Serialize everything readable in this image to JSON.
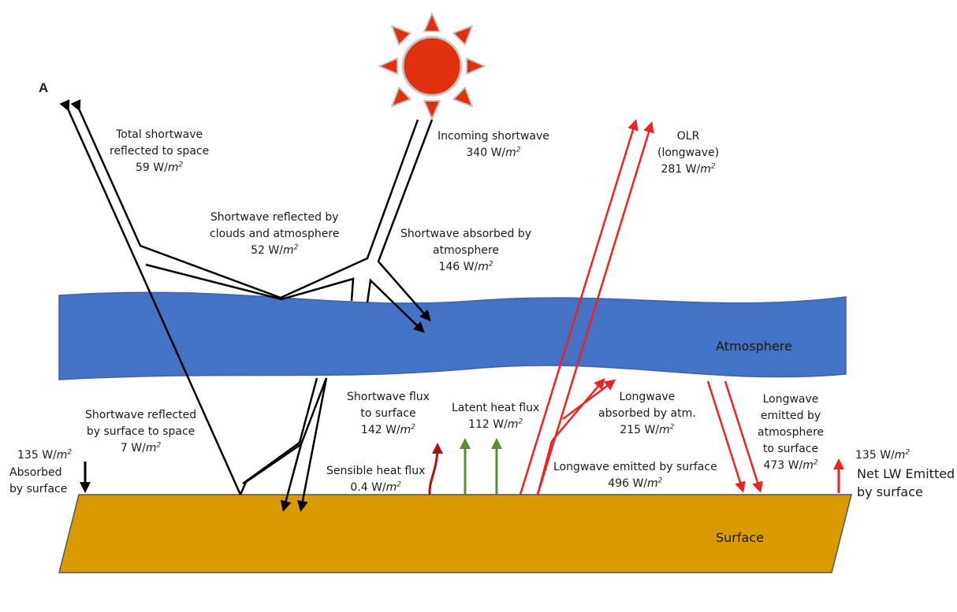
{
  "panel_label": "A",
  "regions": {
    "atmosphere": "Atmosphere",
    "surface": "Surface"
  },
  "unit": {
    "base": "W/",
    "symbol": "m",
    "exponent": "2"
  },
  "flows": {
    "incoming_shortwave": {
      "title": "Incoming shortwave",
      "value": "340"
    },
    "total_reflected": {
      "title_1": "Total shortwave",
      "title_2": "reflected to space",
      "value": "59"
    },
    "reflected_clouds": {
      "title_1": "Shortwave reflected by",
      "title_2": "clouds and atmosphere",
      "value": "52"
    },
    "absorbed_atm": {
      "title_1": "Shortwave absorbed by",
      "title_2": "atmosphere",
      "value": "146"
    },
    "olr": {
      "title_1": "OLR",
      "title_2": "(longwave)",
      "value": "281"
    },
    "reflected_surface": {
      "title_1": "Shortwave reflected",
      "title_2": "by surface to space",
      "value": "7"
    },
    "flux_surface": {
      "title_1": "Shortwave flux",
      "title_2": "to surface",
      "value": "142"
    },
    "latent": {
      "title": "Latent heat flux",
      "value": "112"
    },
    "sensible": {
      "title": "Sensible heat flux",
      "value": "0.4"
    },
    "lw_absorbed": {
      "title_1": "Longwave",
      "title_2": "absorbed by atm.",
      "value": "215"
    },
    "lw_emitted_surface": {
      "title": "Longwave emitted by surface",
      "value": "496"
    },
    "lw_emitted_atm": {
      "title_1": "Longwave",
      "title_2": "emitted by",
      "title_3": "atmosphere",
      "title_4": "to surface",
      "value": "473"
    },
    "absorbed_surface": {
      "value": "135",
      "title_1": "Absorbed",
      "title_2": "by surface"
    },
    "net_lw": {
      "value": "135",
      "title_1": "Net LW Emitted",
      "title_2": "by surface"
    }
  },
  "colors": {
    "atmosphere": "#4472c4",
    "surface": "#d99a00",
    "sun": "#e03010",
    "longwave": "#ee2222",
    "latent": "#5b8c3a",
    "sensible": "#b01010",
    "shortwave": "#000000"
  }
}
